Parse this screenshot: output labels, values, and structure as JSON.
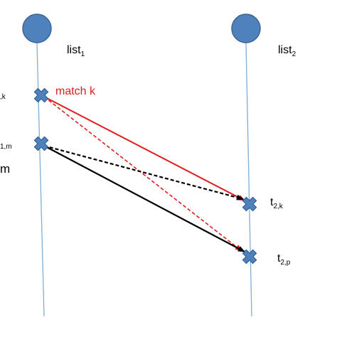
{
  "colors": {
    "timeline": "#7FAFD6",
    "node_fill": "#4F81BD",
    "node_stroke": "#3A6496",
    "cross_fill": "#4F81BD",
    "cross_stroke": "#2E5F96",
    "match_line": "#E01C1C",
    "black_line": "#000000",
    "match_label": "#E01C1C"
  },
  "timelines": [
    {
      "id": "left",
      "top_label": {
        "main": "list",
        "sub": "1"
      }
    },
    {
      "id": "right",
      "top_label": {
        "main": "list",
        "sub": "2"
      }
    }
  ],
  "events": {
    "left_k": {
      "main": "",
      "sub": ",k"
    },
    "left_m": {
      "main": "",
      "sub": "1,m"
    },
    "right_k": {
      "main": "t",
      "sub": "2,k"
    },
    "right_p": {
      "main": "t",
      "sub": "2,p"
    }
  },
  "left_cut_text": "m",
  "match_label": "match k",
  "arrows": [
    {
      "from": "left_k",
      "to": "right_k",
      "color": "red",
      "style": "solid"
    },
    {
      "from": "left_k",
      "to": "right_p",
      "color": "red",
      "style": "dashed"
    },
    {
      "from": "left_m",
      "to": "right_k",
      "color": "black",
      "style": "dashed"
    },
    {
      "from": "left_m",
      "to": "right_p",
      "color": "black",
      "style": "solid"
    }
  ]
}
